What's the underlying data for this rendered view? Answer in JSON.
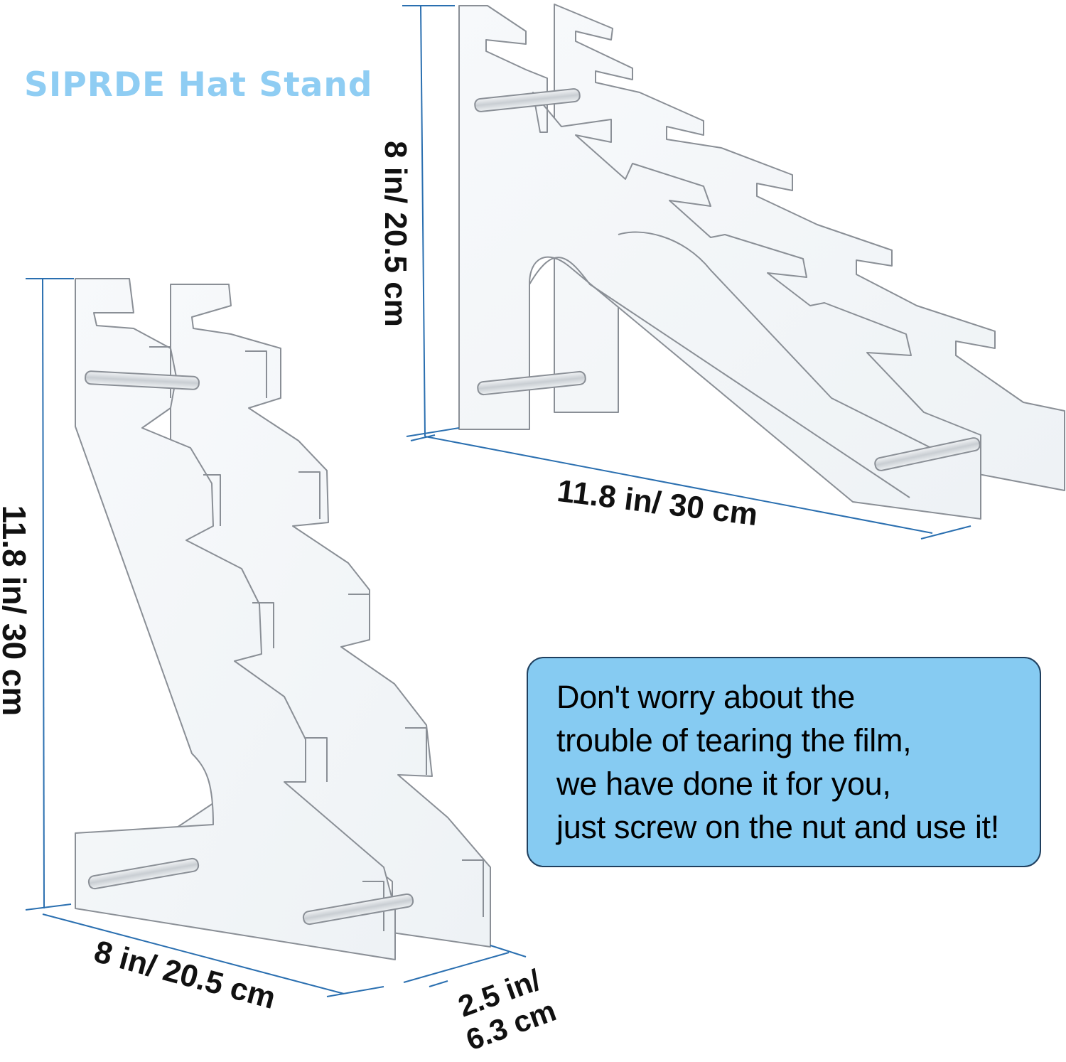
{
  "title": "SIPRDE Hat Stand",
  "dimensions": {
    "upright_height": "8 in/ 20.5 cm",
    "upright_length": "11.8 in/ 30 cm",
    "tall_height": "11.8 in/ 30 cm",
    "tall_base_length": "8 in/ 20.5 cm",
    "depth_line1": "2.5 in/",
    "depth_line2": "6.3 cm"
  },
  "note": {
    "lines": [
      "Don't worry about the",
      "trouble of tearing the film,",
      "we have done it for you,",
      "just screw on the nut and use it!"
    ]
  },
  "colors": {
    "title": "#8fcdf3",
    "note_background": "#86cbf2",
    "dimension_line": "#2a6fb0",
    "acrylic_edge": "#8a8f96"
  }
}
